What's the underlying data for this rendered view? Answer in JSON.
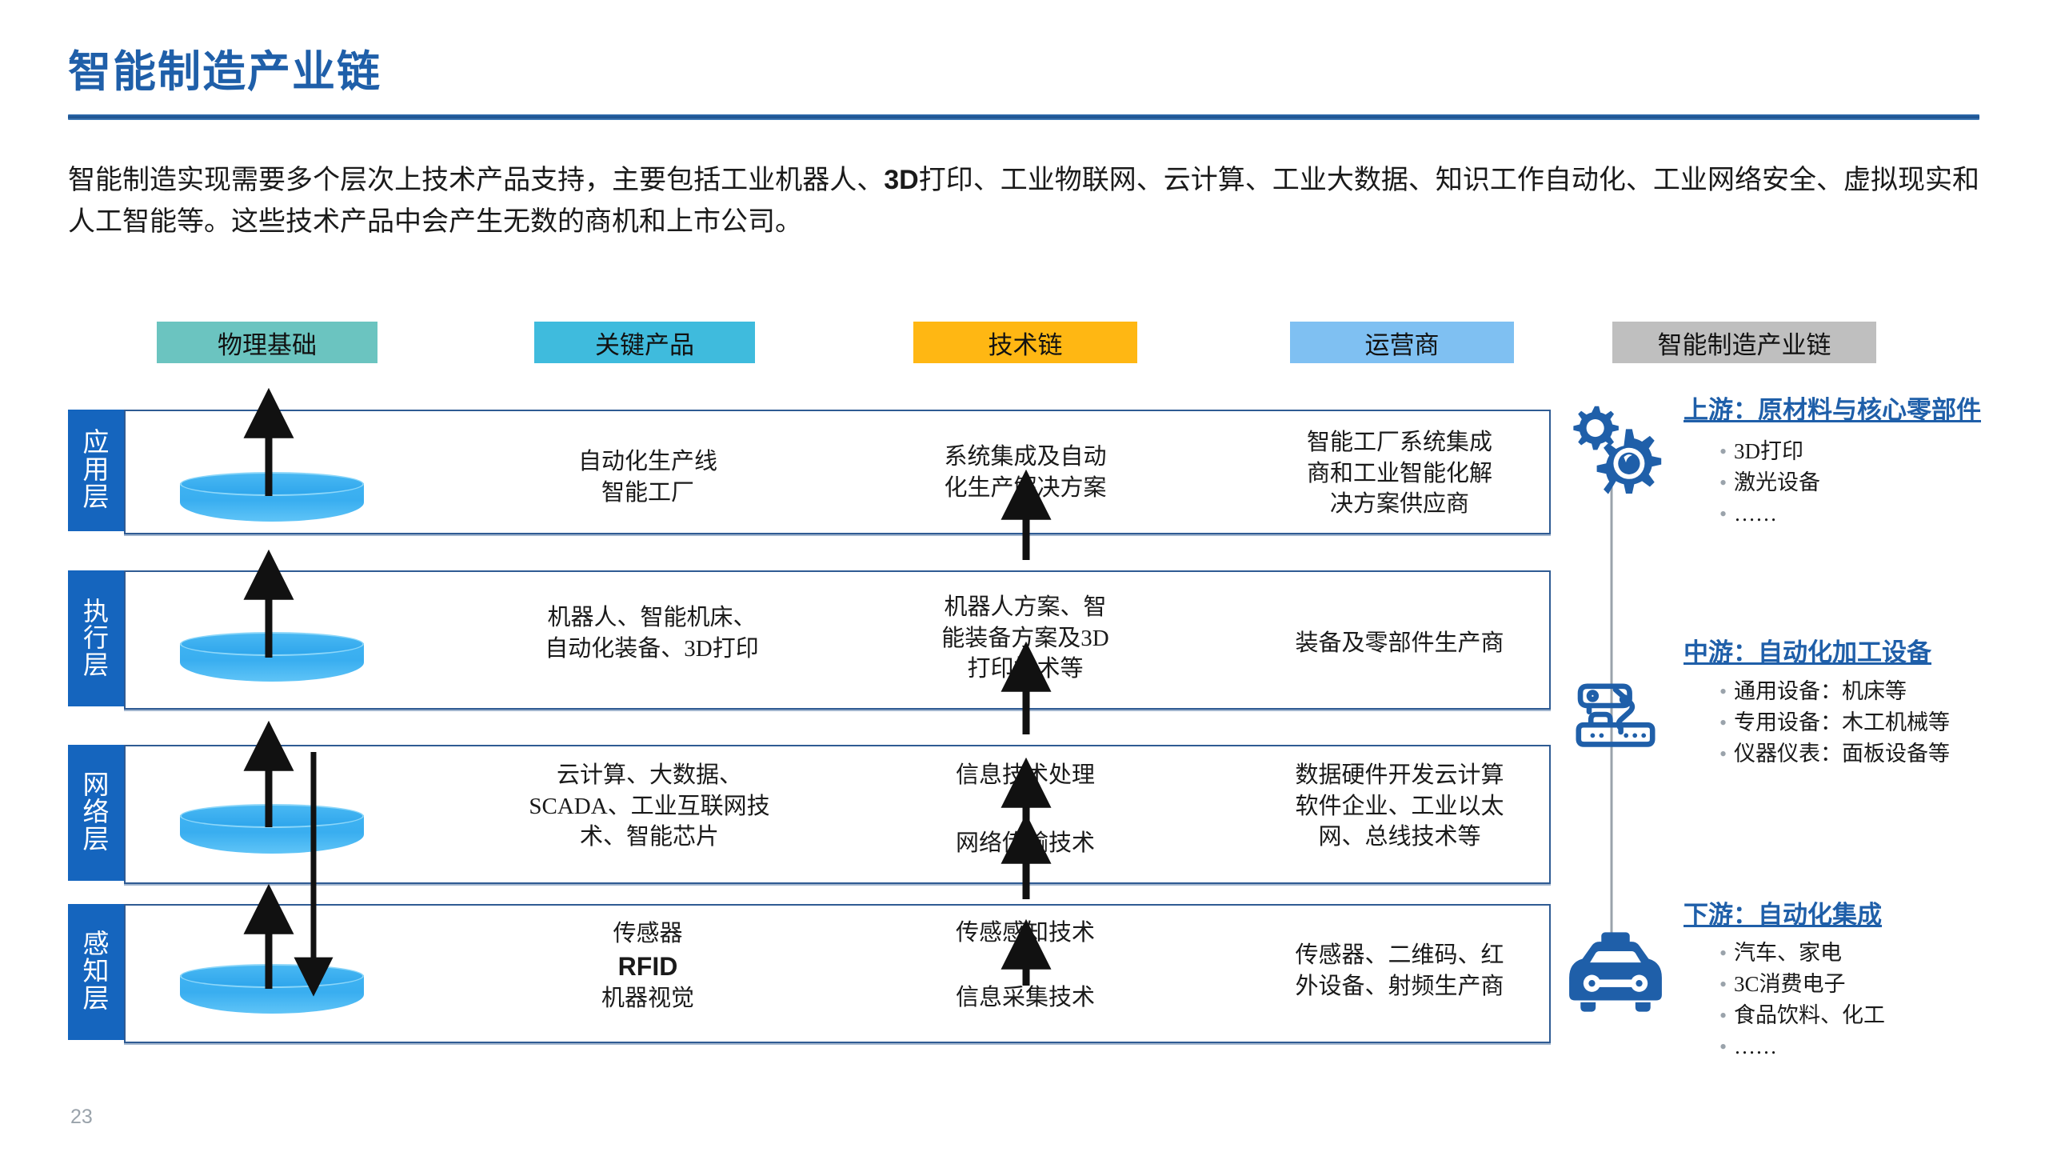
{
  "slide": {
    "title": "智能制造产业链",
    "page_number": "23",
    "accent_color": "#1F5FA9",
    "rule_color": "#1B4F8C"
  },
  "intro": {
    "line1_a": "智能制造实现需要多个层次上技术产品支持，主要包括工业机器人、",
    "line1_b": "3D",
    "line1_c": "打印、工业物联网、云计算、工业大数据、知识工作自",
    "line2": "动化、工业网络安全、虚拟现实和人工智能等。这些技术产品中会产生无数的商机和上市公司。"
  },
  "column_headers": [
    {
      "label": "物理基础",
      "color": "#6BC4C0"
    },
    {
      "label": "关键产品",
      "color": "#3FBBDD"
    },
    {
      "label": "技术链",
      "color": "#FFB713"
    },
    {
      "label": "运营商",
      "color": "#7FC0F2"
    },
    {
      "label": "智能制造产业链",
      "color": "#BFBFBF"
    }
  ],
  "layers": [
    {
      "tab": "应用层",
      "tab_chars": [
        "应",
        "用",
        "层"
      ],
      "key_product": "自动化生产线\n智能工厂",
      "key_product_lines": [
        "自动化生产线",
        "智能工厂"
      ],
      "tech_chain_lines": [
        "系统集成及自动",
        "化生产解决方案"
      ],
      "operator_lines": [
        "智能工厂系统集成",
        "商和工业智能化解",
        "决方案供应商"
      ]
    },
    {
      "tab": "执行层",
      "tab_chars": [
        "执",
        "行",
        "层"
      ],
      "key_product_lines": [
        "机器人、智能机床、",
        "自动化装备、3D打印"
      ],
      "tech_chain_lines": [
        "机器人方案、智",
        "能装备方案及3D",
        "打印技术等"
      ],
      "operator_lines": [
        "装备及零部件生产商"
      ]
    },
    {
      "tab": "网络层",
      "tab_chars": [
        "网",
        "络",
        "层"
      ],
      "key_product_lines": [
        "云计算、大数据、",
        "SCADA、工业互联网技",
        "术、智能芯片"
      ],
      "tech_chain_lines": [
        "信息技术处理",
        "网络传输技术"
      ],
      "operator_lines": [
        "数据硬件开发云计算",
        "软件企业、工业以太",
        "网、总线技术等"
      ]
    },
    {
      "tab": "感知层",
      "tab_chars": [
        "感",
        "知",
        "层"
      ],
      "key_product_lines": [
        "传感器",
        "RFID",
        "机器视觉"
      ],
      "tech_chain_lines": [
        "传感感知技术",
        "信息采集技术"
      ],
      "operator_lines": [
        "传感器、二维码、红",
        "外设备、射频生产商"
      ]
    }
  ],
  "chain": [
    {
      "heading": "上游：原材料与核心零部件",
      "icon": "gears-icon",
      "items": [
        "3D打印",
        "激光设备",
        "……"
      ]
    },
    {
      "heading": "中游：自动化加工设备",
      "icon": "robot-arm-icon",
      "items": [
        "通用设备：机床等",
        "专用设备：木工机械等",
        "仪器仪表：面板设备等"
      ]
    },
    {
      "heading": "下游：自动化集成",
      "icon": "car-icon",
      "items": [
        "汽车、家电",
        "3C消费电子",
        "食品饮料、化工",
        "……"
      ]
    }
  ]
}
